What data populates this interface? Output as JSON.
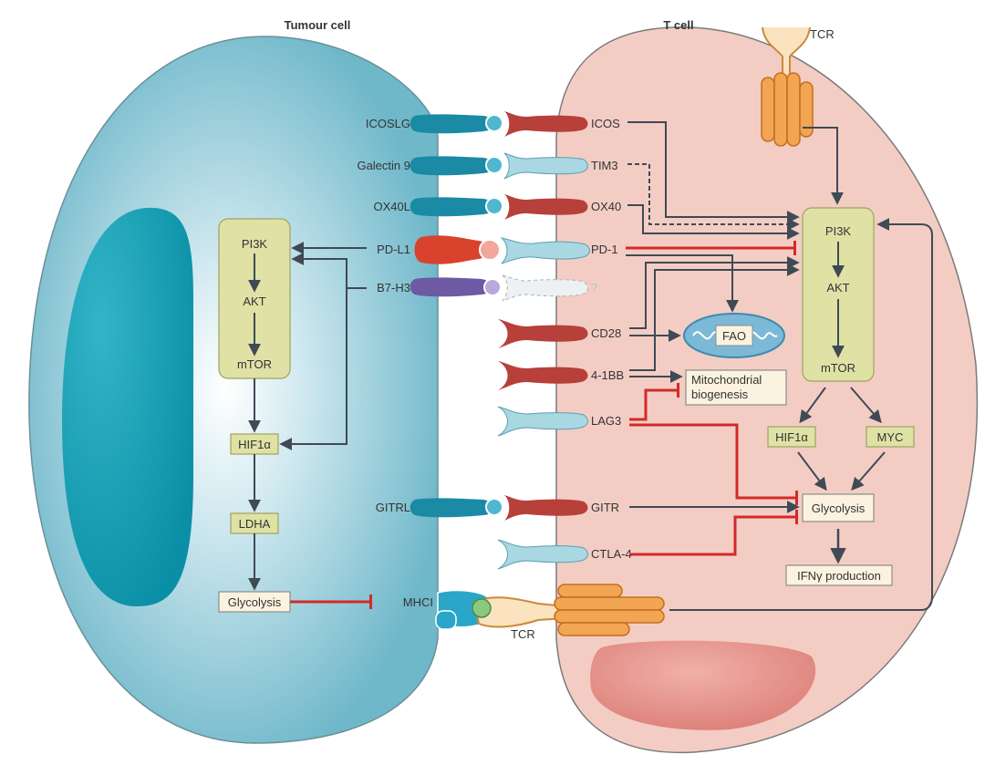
{
  "headers": {
    "tumour": "Tumour cell",
    "tcell": "T cell"
  },
  "ligands": {
    "icoslg": "ICOSLG",
    "galectin9": "Galectin 9",
    "ox40l": "OX40L",
    "pdl1": "PD-L1",
    "b7h3": "B7-H3",
    "gitrl": "GITRL",
    "mhci": "MHCI"
  },
  "receptors": {
    "icos": "ICOS",
    "tim3": "TIM3",
    "ox40": "OX40",
    "pd1": "PD-1",
    "unknown": "?",
    "cd28": "CD28",
    "b41bb": "4-1BB",
    "lag3": "LAG3",
    "gitr": "GITR",
    "ctla4": "CTLA-4",
    "tcr_top": "TCR",
    "tcr_bottom": "TCR"
  },
  "tumour_pathway": {
    "pi3k": "PI3K",
    "akt": "AKT",
    "mtor": "mTOR",
    "hif1a": "HIF1α",
    "ldha": "LDHA",
    "glycolysis": "Glycolysis"
  },
  "tcell_pathway": {
    "pi3k": "PI3K",
    "akt": "AKT",
    "mtor": "mTOR",
    "hif1a": "HIF1α",
    "myc": "MYC",
    "glycolysis": "Glycolysis",
    "ifng": "IFNγ production",
    "fao": "FAO",
    "mito_line1": "Mitochondrial",
    "mito_line2": "biogenesis"
  },
  "colors": {
    "tumour_cell": "#7fc3d3",
    "tumour_nucleus": "#1aa0b4",
    "t_cell": "#f1c4bb",
    "t_nucleus": "#e7948c",
    "ligand_teal": "#1a8aa5",
    "receptor_red": "#b8403a",
    "receptor_light": "#a9d7e2",
    "pdl1_red": "#d9432d",
    "b7h3_purple": "#6e59a5",
    "pathway_box": "#dfe2a4",
    "arrow": "#3f4a55",
    "inhibit": "#d22a2a",
    "tcr_orange": "#f0a050"
  }
}
